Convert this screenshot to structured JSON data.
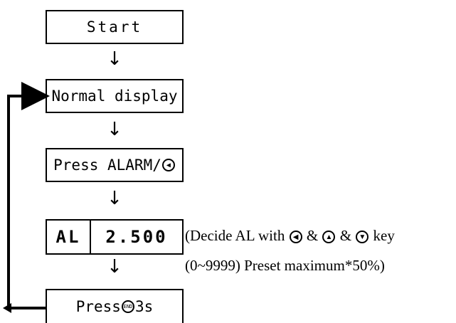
{
  "steps": {
    "start": "Start",
    "normal": "Normal display",
    "press_alarm": "Press ALARM/",
    "press_end_prefix": "Press ",
    "press_end_suffix": " 3s",
    "end_key_label": "END"
  },
  "display": {
    "left": "AL",
    "right": "2.500"
  },
  "note": {
    "line1_prefix": "(Decide AL with ",
    "line1_amp1": "&",
    "line1_amp2": "&",
    "line1_suffix": " key",
    "line2": "(0~9999) Preset maximum*50%)"
  },
  "icons": [
    "left-arrow-key-icon",
    "up-arrow-key-icon",
    "down-arrow-key-icon",
    "end-key-icon",
    "down-arrow-icon"
  ]
}
